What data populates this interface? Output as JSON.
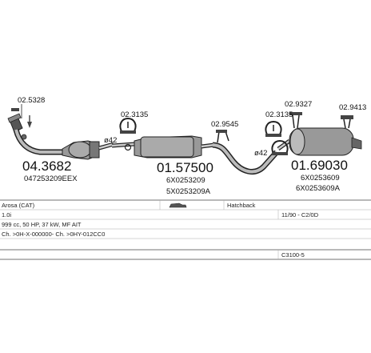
{
  "parts": {
    "p1": {
      "number": "04.3682",
      "oem": "047253209EEX",
      "clamp": "02.5328",
      "diameter": "ø42"
    },
    "p2": {
      "number": "01.57500",
      "oem1": "6X0253209",
      "oem2": "5X0253209A",
      "clamp": "02.3135"
    },
    "p3": {
      "hanger": "02.9545",
      "diameter": "ø42"
    },
    "p4": {
      "number": "01.69030",
      "oem1": "6X0253609",
      "oem2": "6X0253609A",
      "clamp1": "02.3135",
      "clamp2": "02.9327",
      "hanger": "02.9413"
    }
  },
  "table": {
    "vehicle": "Arosa (CAT)",
    "body": "Hatchback",
    "engine": "1.0i",
    "years": "11/90 - C2/0D",
    "spec": "999 cc, 50 HP, 37 kW, MF AIT",
    "chassis": "Ch. >0H-X-000000- Ch. >0HY-012CC0",
    "code": "C3100-5"
  }
}
